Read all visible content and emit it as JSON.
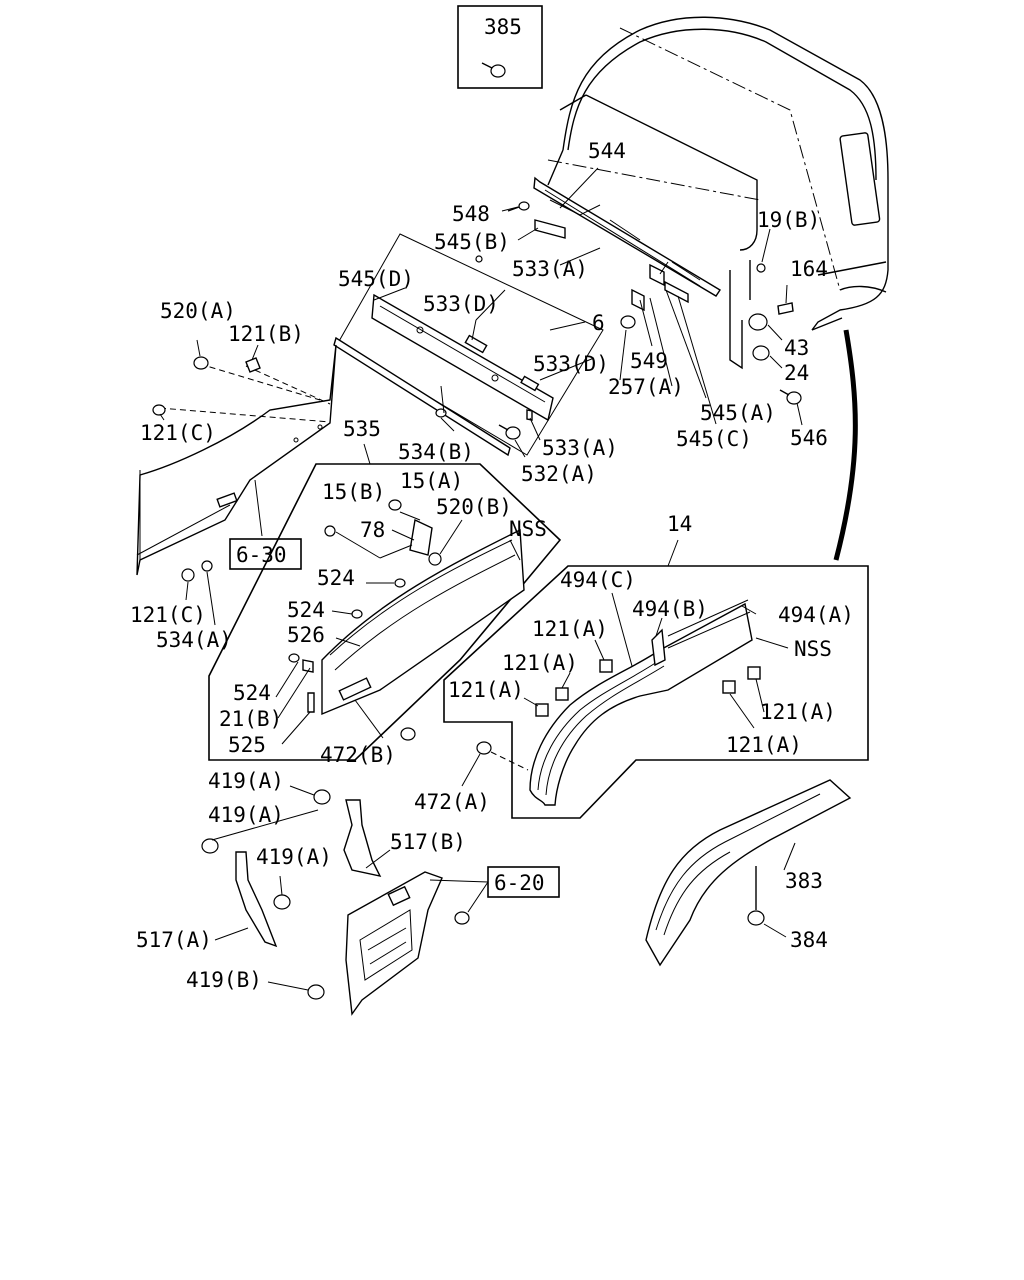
{
  "diagram": {
    "labels": {
      "l385": "385",
      "l544": "544",
      "l548": "548",
      "l545b": "545(B)",
      "l533a_top": "533(A)",
      "l545d": "545(D)",
      "l533d_1": "533(D)",
      "l6": "6",
      "l533d_2": "533(D)",
      "l520a": "520(A)",
      "l121b": "121(B)",
      "l121c_top": "121(C)",
      "l535": "535",
      "l534b": "534(B)",
      "l533a_bot": "533(A)",
      "l532a": "532(A)",
      "l19b": "19(B)",
      "l164": "164",
      "l43": "43",
      "l24": "24",
      "l549": "549",
      "l257a": "257(A)",
      "l545a": "545(A)",
      "l545c": "545(C)",
      "l546": "546",
      "l15b": "15(B)",
      "l15a": "15(A)",
      "l520b": "520(B)",
      "l78": "78",
      "l nss1": "NSS",
      "l6_30": "6-30",
      "l524_1": "524",
      "l524_2": "524",
      "l526": "526",
      "l524_3": "524",
      "l21b": "21(B)",
      "l525": "525",
      "l472b": "472(B)",
      "l121c_bot": "121(C)",
      "l534a": "534(A)",
      "l14": "14",
      "l494c": "494(C)",
      "l494b": "494(B)",
      "l494a": "494(A)",
      "l121a_1": "121(A)",
      "l nss2": "NSS",
      "l121a_2": "121(A)",
      "l121a_3": "121(A)",
      "l121a_4": "121(A)",
      "l121a_5": "121(A)",
      "l472a": "472(A)",
      "l419a_1": "419(A)",
      "l419a_2": "419(A)",
      "l419a_3": "419(A)",
      "l517b": "517(B)",
      "l6_20": "6-20",
      "l517a": "517(A)",
      "l419b": "419(B)",
      "l383": "383",
      "l384": "384"
    }
  }
}
